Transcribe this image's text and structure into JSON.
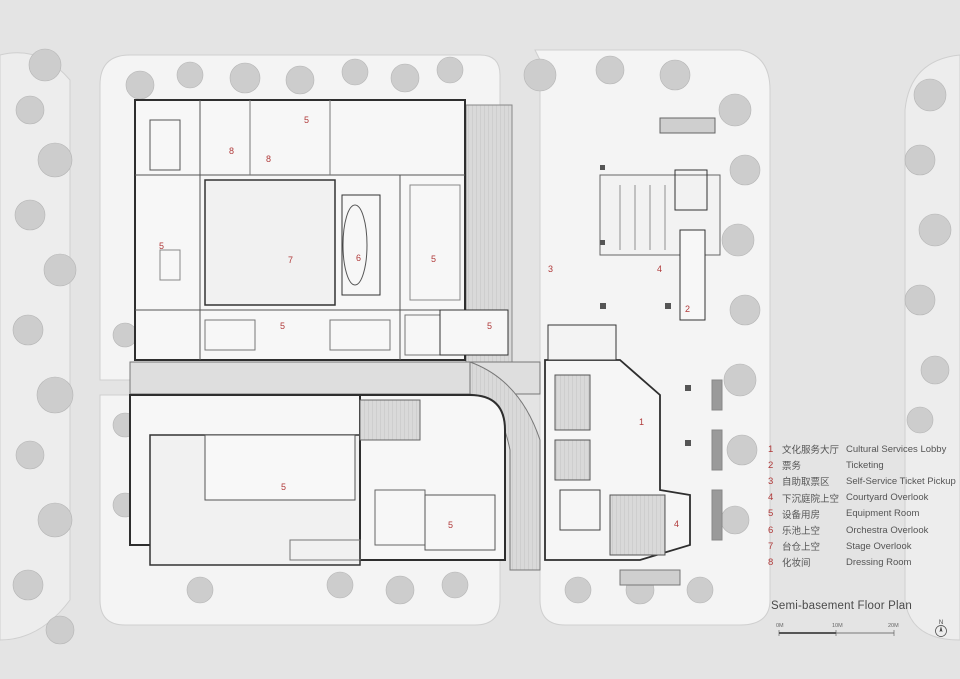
{
  "plan": {
    "title": "Semi-basement Floor Plan",
    "room_numbers": [
      "1",
      "2",
      "3",
      "4",
      "5",
      "6",
      "7",
      "8"
    ]
  },
  "legend": [
    {
      "num": "1",
      "cn": "文化服务大厅",
      "en": "Cultural Services Lobby"
    },
    {
      "num": "2",
      "cn": "票务",
      "en": "Ticketing"
    },
    {
      "num": "3",
      "cn": "自助取票区",
      "en": "Self-Service Ticket Pickup"
    },
    {
      "num": "4",
      "cn": "下沉庭院上空",
      "en": "Courtyard Overlook"
    },
    {
      "num": "5",
      "cn": "设备用房",
      "en": "Equipment Room"
    },
    {
      "num": "6",
      "cn": "乐池上空",
      "en": "Orchestra Overlook"
    },
    {
      "num": "7",
      "cn": "台仓上空",
      "en": "Stage Overlook"
    },
    {
      "num": "8",
      "cn": "化妆间",
      "en": "Dressing Room"
    }
  ],
  "scale_bar": {
    "labels": [
      "0M",
      "10M",
      "20M"
    ]
  },
  "north_arrow": {
    "label": "N"
  },
  "colors": {
    "room_number": "#b03a3a",
    "background": "#e8e8e8",
    "site": "#f3f3f3",
    "walls": "#3a3a3a"
  }
}
